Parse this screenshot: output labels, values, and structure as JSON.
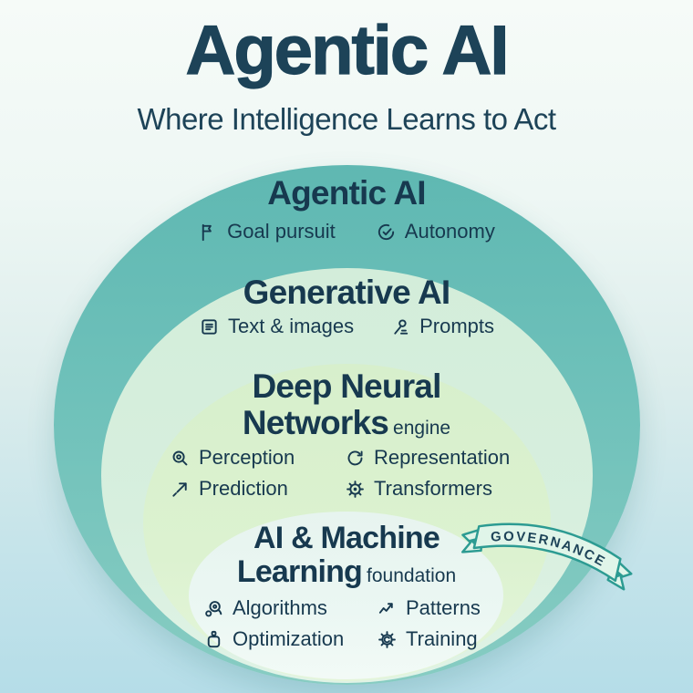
{
  "header": {
    "title": "Agentic AI",
    "subtitle": "Where Intelligence Learns to Act"
  },
  "layers": [
    {
      "title_lines": [
        "Agentic AI"
      ],
      "suffix": "",
      "items": [
        {
          "icon": "flag-icon",
          "label": "Goal pursuit"
        },
        {
          "icon": "check-circle-icon",
          "label": "Autonomy"
        }
      ]
    },
    {
      "title_lines": [
        "Generative AI"
      ],
      "suffix": "",
      "items": [
        {
          "icon": "text-document-icon",
          "label": "Text & images"
        },
        {
          "icon": "person-icon",
          "label": "Prompts"
        }
      ]
    },
    {
      "title_lines": [
        "Deep Neural",
        "Networks"
      ],
      "suffix": "engine",
      "items": [
        {
          "icon": "magnifier-icon",
          "label": "Perception"
        },
        {
          "icon": "refresh-icon",
          "label": "Representation"
        },
        {
          "icon": "trend-arrow-icon",
          "label": "Prediction"
        },
        {
          "icon": "target-icon",
          "label": "Transformers"
        }
      ]
    },
    {
      "title_lines": [
        "AI & Machine",
        "Learning"
      ],
      "suffix": "foundation",
      "items": [
        {
          "icon": "nodes-icon",
          "label": "Algorithms"
        },
        {
          "icon": "trend-line-icon",
          "label": "Patterns"
        },
        {
          "icon": "weight-icon",
          "label": "Optimization"
        },
        {
          "icon": "gear-icon",
          "label": "Training"
        }
      ]
    }
  ],
  "ribbon": {
    "label": "GOVERNANCE"
  },
  "colors": {
    "bg_top": "#f6fbf8",
    "bg_bottom": "#b5dde8",
    "ring1_top": "#5fb8b2",
    "ring1_bottom": "#87ccc2",
    "ring2": "#d7efde",
    "ring3": "#dcf2d0",
    "ring4": "#ebf7f3",
    "title": "#1d4358",
    "text_dark": "#17394f",
    "ribbon_fill": "#e0f5e9",
    "ribbon_stroke": "#2c9b92",
    "ribbon_text": "#1d4358"
  }
}
